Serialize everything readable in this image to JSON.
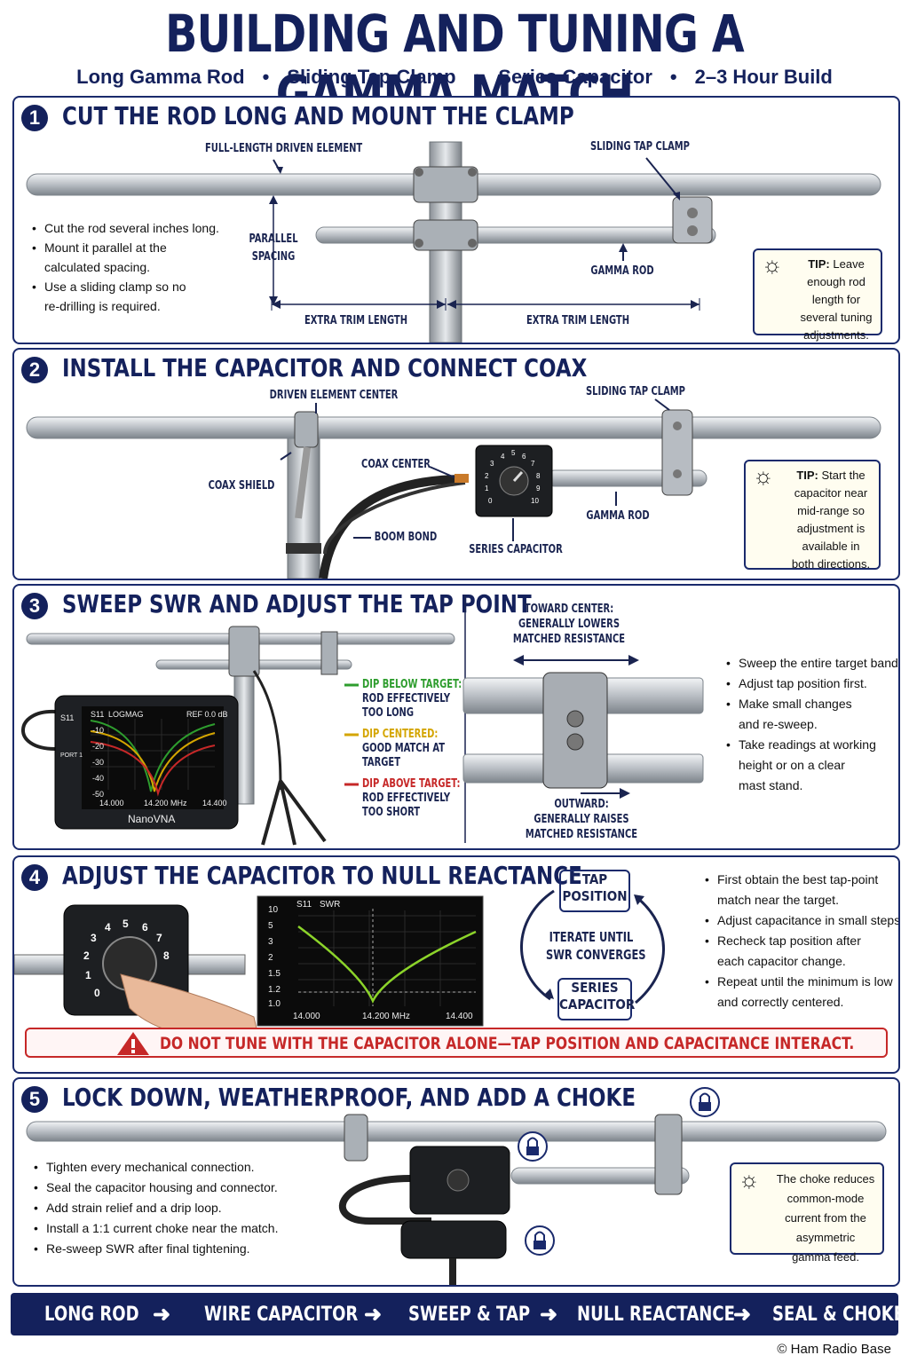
{
  "header": {
    "title": "BUILDING AND TUNING A GAMMA MATCH",
    "subtitle": [
      "Long Gamma Rod",
      "Sliding Tap Clamp",
      "Series Capacitor",
      "2–3 Hour Build"
    ],
    "separator": "•"
  },
  "step1": {
    "num": "1",
    "title": "CUT THE ROD LONG AND MOUNT THE CLAMP",
    "labels": {
      "driven": "FULL-LENGTH DRIVEN ELEMENT",
      "clamp": "SLIDING TAP CLAMP",
      "spacing1": "PARALLEL",
      "spacing2": "SPACING",
      "gamma": "GAMMA ROD",
      "trim1": "EXTRA TRIM LENGTH",
      "trim2": "EXTRA TRIM LENGTH"
    },
    "bullets": [
      "Cut the rod several inches long.",
      "Mount it parallel at the",
      "calculated spacing.",
      "Use a sliding clamp so no",
      "re-drilling is required."
    ],
    "tip_label": "TIP:",
    "tip": "Leave enough rod length for several tuning adjustments."
  },
  "step2": {
    "num": "2",
    "title": "INSTALL THE CAPACITOR AND CONNECT COAX",
    "labels": {
      "center": "DRIVEN ELEMENT CENTER",
      "clamp": "SLIDING TAP CLAMP",
      "coax_center": "COAX CENTER",
      "coax_shield": "COAX SHIELD",
      "boom": "BOOM BOND",
      "cap": "SERIES CAPACITOR",
      "gamma": "GAMMA ROD"
    },
    "dial": [
      "0",
      "1",
      "2",
      "3",
      "4",
      "5",
      "6",
      "7",
      "8",
      "9",
      "10"
    ],
    "tip_label": "TIP:",
    "tip": "Start the capacitor near mid-range so adjustment is available in both directions."
  },
  "step3": {
    "num": "3",
    "title": "SWEEP SWR AND ADJUST THE TAP POINT",
    "vna": {
      "trace_label": "S11",
      "mode": "LOGMAG",
      "ref": "REF 0.0 dB",
      "yticks": [
        "-10",
        "-20",
        "-30",
        "-40",
        "-50"
      ],
      "xticks": [
        "14.000",
        "14.200 MHz",
        "14.400"
      ],
      "port": "PORT 1",
      "brand": "NanoVNA",
      "side": "S11"
    },
    "legend": [
      {
        "title": "DIP BELOW TARGET:",
        "l1": "ROD EFFECTIVELY",
        "l2": "TOO LONG",
        "color": "#2e9d2e"
      },
      {
        "title": "DIP CENTERED:",
        "l1": "GOOD MATCH AT",
        "l2": "TARGET",
        "color": "#d4a500"
      },
      {
        "title": "DIP ABOVE TARGET:",
        "l1": "ROD EFFECTIVELY",
        "l2": "TOO SHORT",
        "color": "#c62828"
      }
    ],
    "toward": [
      "TOWARD CENTER:",
      "GENERALLY LOWERS",
      "MATCHED RESISTANCE"
    ],
    "outward": [
      "OUTWARD:",
      "GENERALLY RAISES",
      "MATCHED RESISTANCE"
    ],
    "bullets": [
      "Sweep the entire target band.",
      "Adjust tap position first.",
      "Make small changes",
      "and re-sweep.",
      "Take readings at working",
      "height or on a clear",
      "mast stand."
    ]
  },
  "step4": {
    "num": "4",
    "title": "ADJUST THE CAPACITOR TO NULL REACTANCE",
    "dial": [
      "0",
      "1",
      "2",
      "3",
      "4",
      "5",
      "6",
      "7",
      "8"
    ],
    "swr": {
      "trace": "S11",
      "mode": "SWR",
      "yticks": [
        "10",
        "5",
        "3",
        "2",
        "1.5",
        "1.2",
        "1.0"
      ],
      "xticks": [
        "14.000",
        "14.200 MHz",
        "14.400"
      ]
    },
    "cycle": {
      "top1": "TAP",
      "top2": "POSITION",
      "mid1": "ITERATE UNTIL",
      "mid2": "SWR CONVERGES",
      "bot1": "SERIES",
      "bot2": "CAPACITOR"
    },
    "bullets": [
      "First obtain the best tap-point",
      "match near the target.",
      "Adjust capacitance in small steps.",
      "Recheck tap position after",
      "each capacitor change.",
      "Repeat until the minimum is low",
      "and correctly centered."
    ],
    "warning": "DO NOT TUNE WITH THE CAPACITOR ALONE—TAP POSITION AND CAPACITANCE INTERACT."
  },
  "step5": {
    "num": "5",
    "title": "LOCK DOWN, WEATHERPROOF, AND ADD A CHOKE",
    "bullets": [
      "Tighten every mechanical connection.",
      "Seal the capacitor housing and connector.",
      "Add strain relief and a drip loop.",
      "Install a 1:1 current choke near the match.",
      "Re-sweep SWR after final tightening."
    ],
    "tip": "The choke reduces common-mode current from the asymmetric gamma feed."
  },
  "footer": {
    "steps": [
      "LONG ROD",
      "WIRE CAPACITOR",
      "SWEEP & TAP",
      "NULL REACTANCE",
      "SEAL & CHOKE"
    ],
    "arrow": "➜"
  },
  "copyright": "© Ham Radio Base",
  "colors": {
    "navy": "#14215c",
    "warn": "#c62828",
    "green": "#2e9d2e",
    "yellow": "#d4a500",
    "red": "#c62828"
  }
}
